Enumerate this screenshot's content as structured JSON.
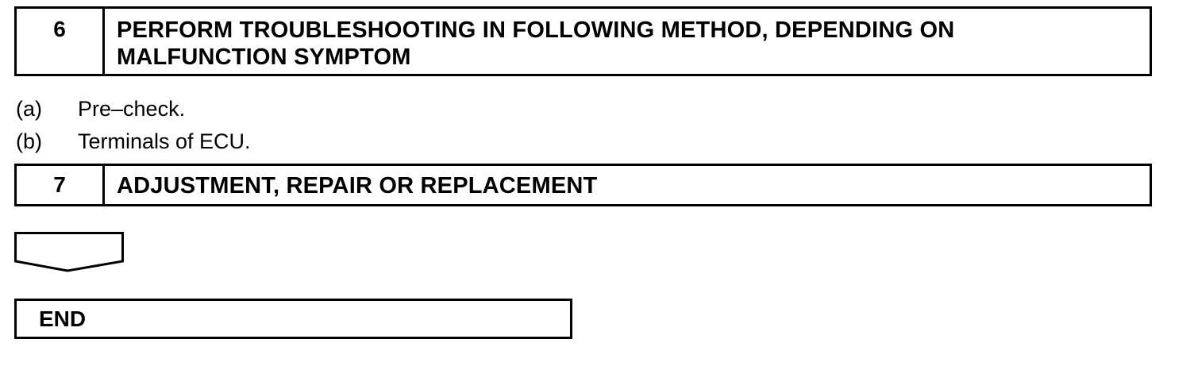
{
  "steps": [
    {
      "number": "6",
      "title_line1": "PERFORM TROUBLESHOOTING IN FOLLOWING METHOD, DEPENDING ON",
      "title_line2": "MALFUNCTION SYMPTOM"
    },
    {
      "number": "7",
      "title_line1": "ADJUSTMENT, REPAIR OR REPLACEMENT"
    }
  ],
  "substeps": [
    {
      "letter": "(a)",
      "text": "Pre–check."
    },
    {
      "letter": "(b)",
      "text": "Terminals of ECU."
    }
  ],
  "flow_arrow": "down-arrow-icon",
  "end_label": "END"
}
